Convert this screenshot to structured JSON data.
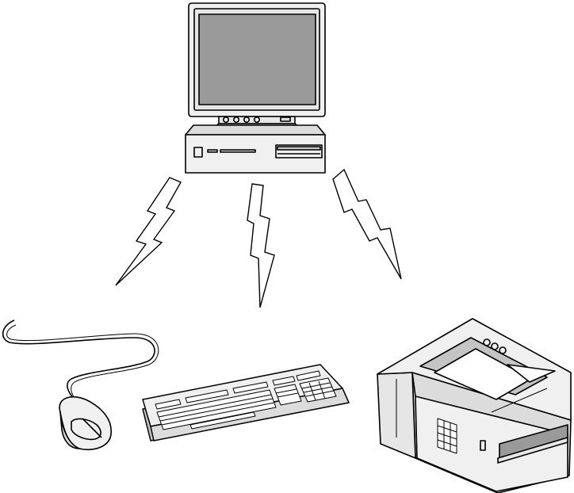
{
  "diagram": {
    "hub": {
      "icon": "desktop-computer-icon"
    },
    "links": [
      {
        "from": "computer",
        "to": "mouse",
        "style": "wireless-bolt"
      },
      {
        "from": "computer",
        "to": "keyboard",
        "style": "wireless-bolt"
      },
      {
        "from": "computer",
        "to": "printer",
        "style": "wireless-bolt"
      }
    ],
    "peripherals": [
      {
        "icon": "mouse-icon"
      },
      {
        "icon": "keyboard-icon"
      },
      {
        "icon": "printer-icon"
      }
    ]
  },
  "colors": {
    "stroke": "#000000",
    "body_fill": "#f0f0f0",
    "screen_fill": "#9a9a9a",
    "shade_light": "#dcdcdc",
    "shade_dark": "#c4c4c4",
    "background": "#ffffff"
  }
}
